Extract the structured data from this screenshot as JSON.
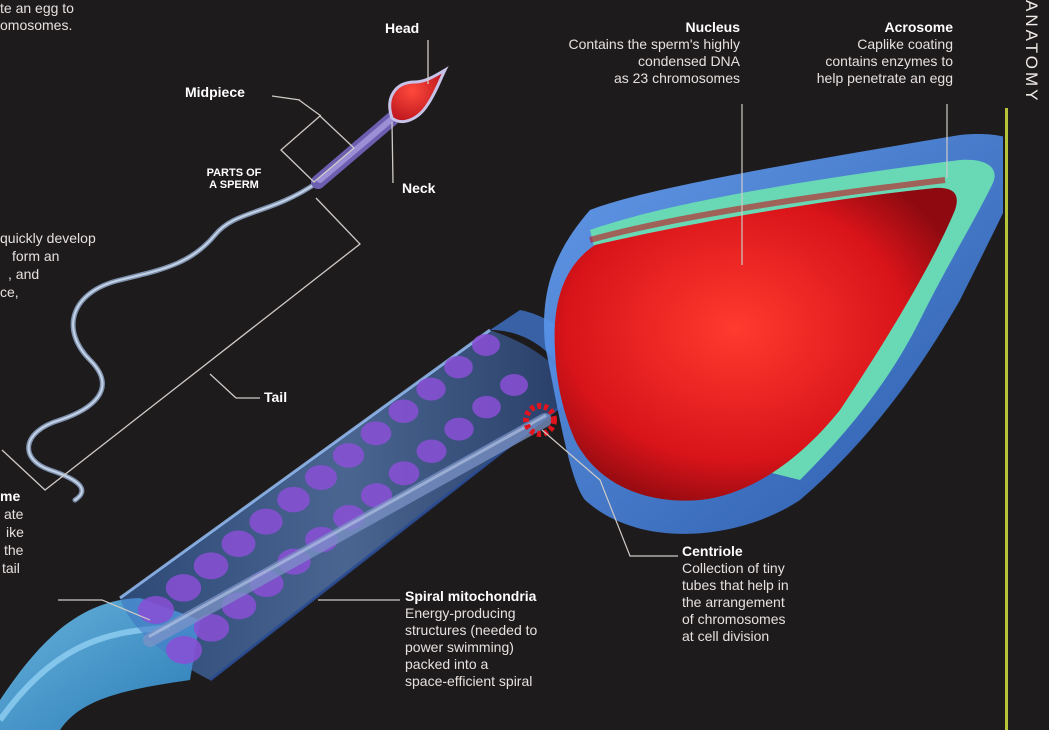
{
  "page": {
    "section_title": "ANATOMY",
    "accent_color": "#b7c43a"
  },
  "fragments": {
    "top_left_1": "te an egg to",
    "top_left_2": "omosomes.",
    "mid_left_1": "quickly develop",
    "mid_left_2": "form an",
    "mid_left_3": ", and",
    "mid_left_4": "ce,",
    "lower_left_title": "me",
    "lower_left_1": "ate",
    "lower_left_2": "ike",
    "lower_left_3": "the",
    "lower_left_4": "tail"
  },
  "overview": {
    "head": "Head",
    "midpiece": "Midpiece",
    "neck": "Neck",
    "tail": "Tail",
    "parts_title_1": "PARTS OF",
    "parts_title_2": "A SPERM"
  },
  "labels": {
    "nucleus": {
      "title": "Nucleus",
      "line1": "Contains the sperm's highly",
      "line2": "condensed DNA",
      "line3": "as 23 chromosomes"
    },
    "acrosome": {
      "title": "Acrosome",
      "line1": "Caplike coating",
      "line2": "contains enzymes to",
      "line3": "help penetrate an egg"
    },
    "centriole": {
      "title": "Centriole",
      "line1": "Collection of tiny",
      "line2": "tubes that help in",
      "line3": "the arrangement",
      "line4": "of chromosomes",
      "line5": "at cell division"
    },
    "mitochondria": {
      "title": "Spiral mitochondria",
      "line1": "Energy-producing",
      "line2": "structures (needed to",
      "line3": "power swimming)",
      "line4": "packed into a",
      "line5": "space-efficient spiral"
    }
  },
  "colors": {
    "nucleus": "#e0141c",
    "acrosome": "#69d8b5",
    "membrane": "#4f8fe0",
    "mitochondria": "#8a4fd6",
    "label_line": "#cfcac6"
  }
}
